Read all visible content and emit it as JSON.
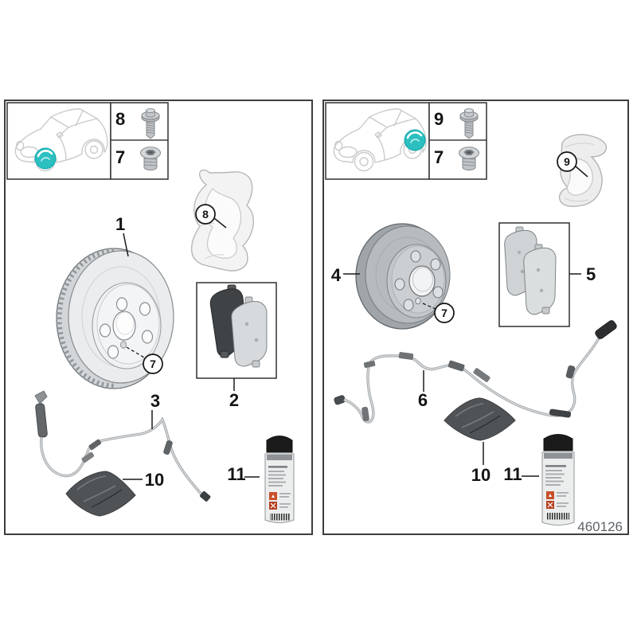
{
  "figure": {
    "diagram_number": "460126",
    "panels": {
      "front": {
        "hardware_box": {
          "top_label": "8",
          "bottom_label": "7"
        },
        "callouts": {
          "disc": "1",
          "pads": "2",
          "sensor": "3",
          "carrier": "8",
          "hub_screw": "7",
          "grease": "10",
          "cleaner": "11"
        }
      },
      "rear": {
        "hardware_box": {
          "top_label": "9",
          "bottom_label": "7"
        },
        "callouts": {
          "disc": "4",
          "pads": "5",
          "sensor": "6",
          "carrier": "9",
          "hub_screw": "7",
          "grease": "10",
          "cleaner": "11"
        }
      }
    },
    "colors": {
      "wheel_highlight": "#2bbfc0",
      "panel_border": "#3d3d3d"
    }
  }
}
